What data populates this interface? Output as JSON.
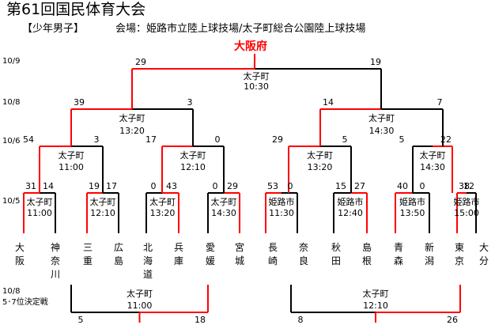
{
  "title": "第61回国民体育大会",
  "category": "【少年男子】",
  "venue": "会場：姫路市立陸上球技場/太子町総合公園陸上球技場",
  "champion": "大阪府",
  "dates": {
    "final": "10/9",
    "semi": "10/8",
    "quarter": "10/6",
    "first": "10/5",
    "placement": "10/8"
  },
  "placement_label": "5･7位決定戦",
  "teams": [
    "大阪",
    "神奈川",
    "三重",
    "広島",
    "北海道",
    "兵庫",
    "愛媛",
    "宮城",
    "長崎",
    "奈良",
    "秋田",
    "島根",
    "青森",
    "新潟",
    "東京",
    "大分"
  ],
  "first_round": [
    {
      "venue": "太子町",
      "time": "11:00",
      "left": "31",
      "right": "14"
    },
    {
      "venue": "太子町",
      "time": "12:10",
      "left": "19",
      "right": "17"
    },
    {
      "venue": "太子町",
      "time": "13:20",
      "left": "0",
      "right": "43"
    },
    {
      "venue": "太子町",
      "time": "14:30",
      "left": "0",
      "right": "29"
    },
    {
      "venue": "姫路市",
      "time": "11:30",
      "left": "53",
      "right": "0"
    },
    {
      "venue": "姫路市",
      "time": "12:40",
      "left": "15",
      "right": "27"
    },
    {
      "venue": "姫路市",
      "time": "13:50",
      "left": "40",
      "right": "0"
    },
    {
      "venue": "姫路市",
      "time": "15:00",
      "left": "38",
      "right": "12"
    }
  ],
  "quarter": [
    {
      "venue": "太子町",
      "time": "11:00",
      "left": "54",
      "right": "3"
    },
    {
      "venue": "太子町",
      "time": "12:10",
      "left": "17",
      "right": "0"
    },
    {
      "venue": "太子町",
      "time": "13:20",
      "left": "29",
      "right": "5"
    },
    {
      "venue": "太子町",
      "time": "14:30",
      "left": "5",
      "right": "22"
    }
  ],
  "semi": [
    {
      "venue": "太子町",
      "time": "13:20",
      "left": "39",
      "right": "3"
    },
    {
      "venue": "太子町",
      "time": "14:30",
      "left": "14",
      "right": "7"
    }
  ],
  "final": {
    "venue": "太子町",
    "time": "10:30",
    "left": "29",
    "right": "19"
  },
  "placement": [
    {
      "venue": "太子町",
      "time": "11:00",
      "left": "5",
      "right": "18"
    },
    {
      "venue": "太子町",
      "time": "12:10",
      "left": "8",
      "right": "26"
    }
  ],
  "colors": {
    "win": "#ff0000",
    "lose": "#000000"
  }
}
